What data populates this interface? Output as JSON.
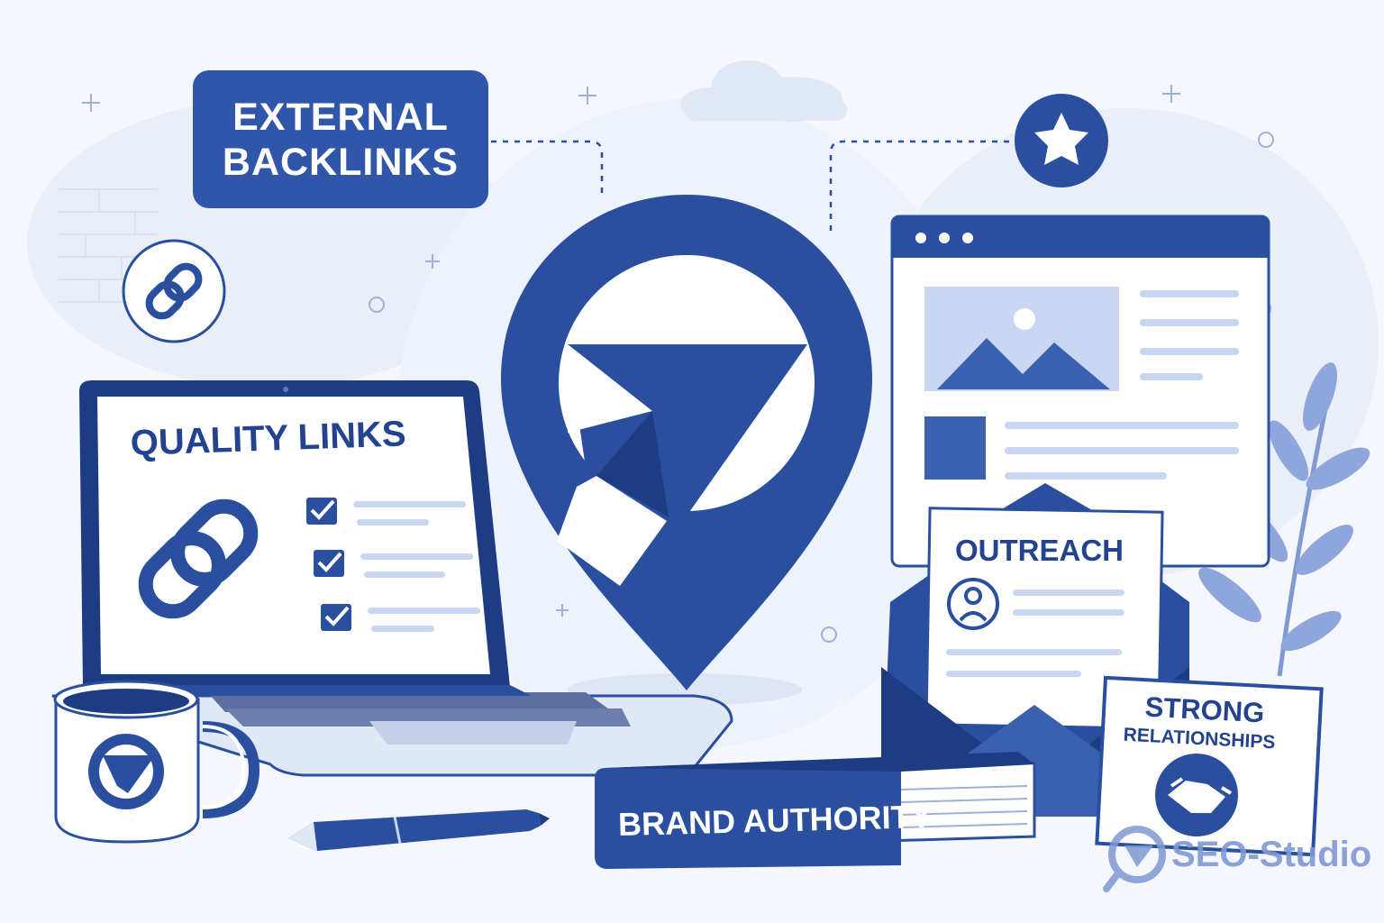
{
  "labels": {
    "external_backlinks_line1": "EXTERNAL",
    "external_backlinks_line2": "BACKLINKS",
    "quality_links": "QUALITY LINKS",
    "outreach": "OUTREACH",
    "strong": "STRONG",
    "relationships": "RELATIONSHIPS",
    "brand_authority": "BRAND AUTHORITY",
    "watermark": "SEO-Studio"
  },
  "colors": {
    "primary": "#2a4f9e",
    "dark": "#1e3c84",
    "light": "#c9d6f1",
    "background": "#f5f7fc"
  },
  "icons": [
    "chain-link-icon",
    "star-icon",
    "location-pin-logo",
    "checkmark-icon",
    "user-avatar-icon",
    "handshake-icon",
    "image-placeholder-icon",
    "envelope-icon",
    "leaf-plant"
  ]
}
